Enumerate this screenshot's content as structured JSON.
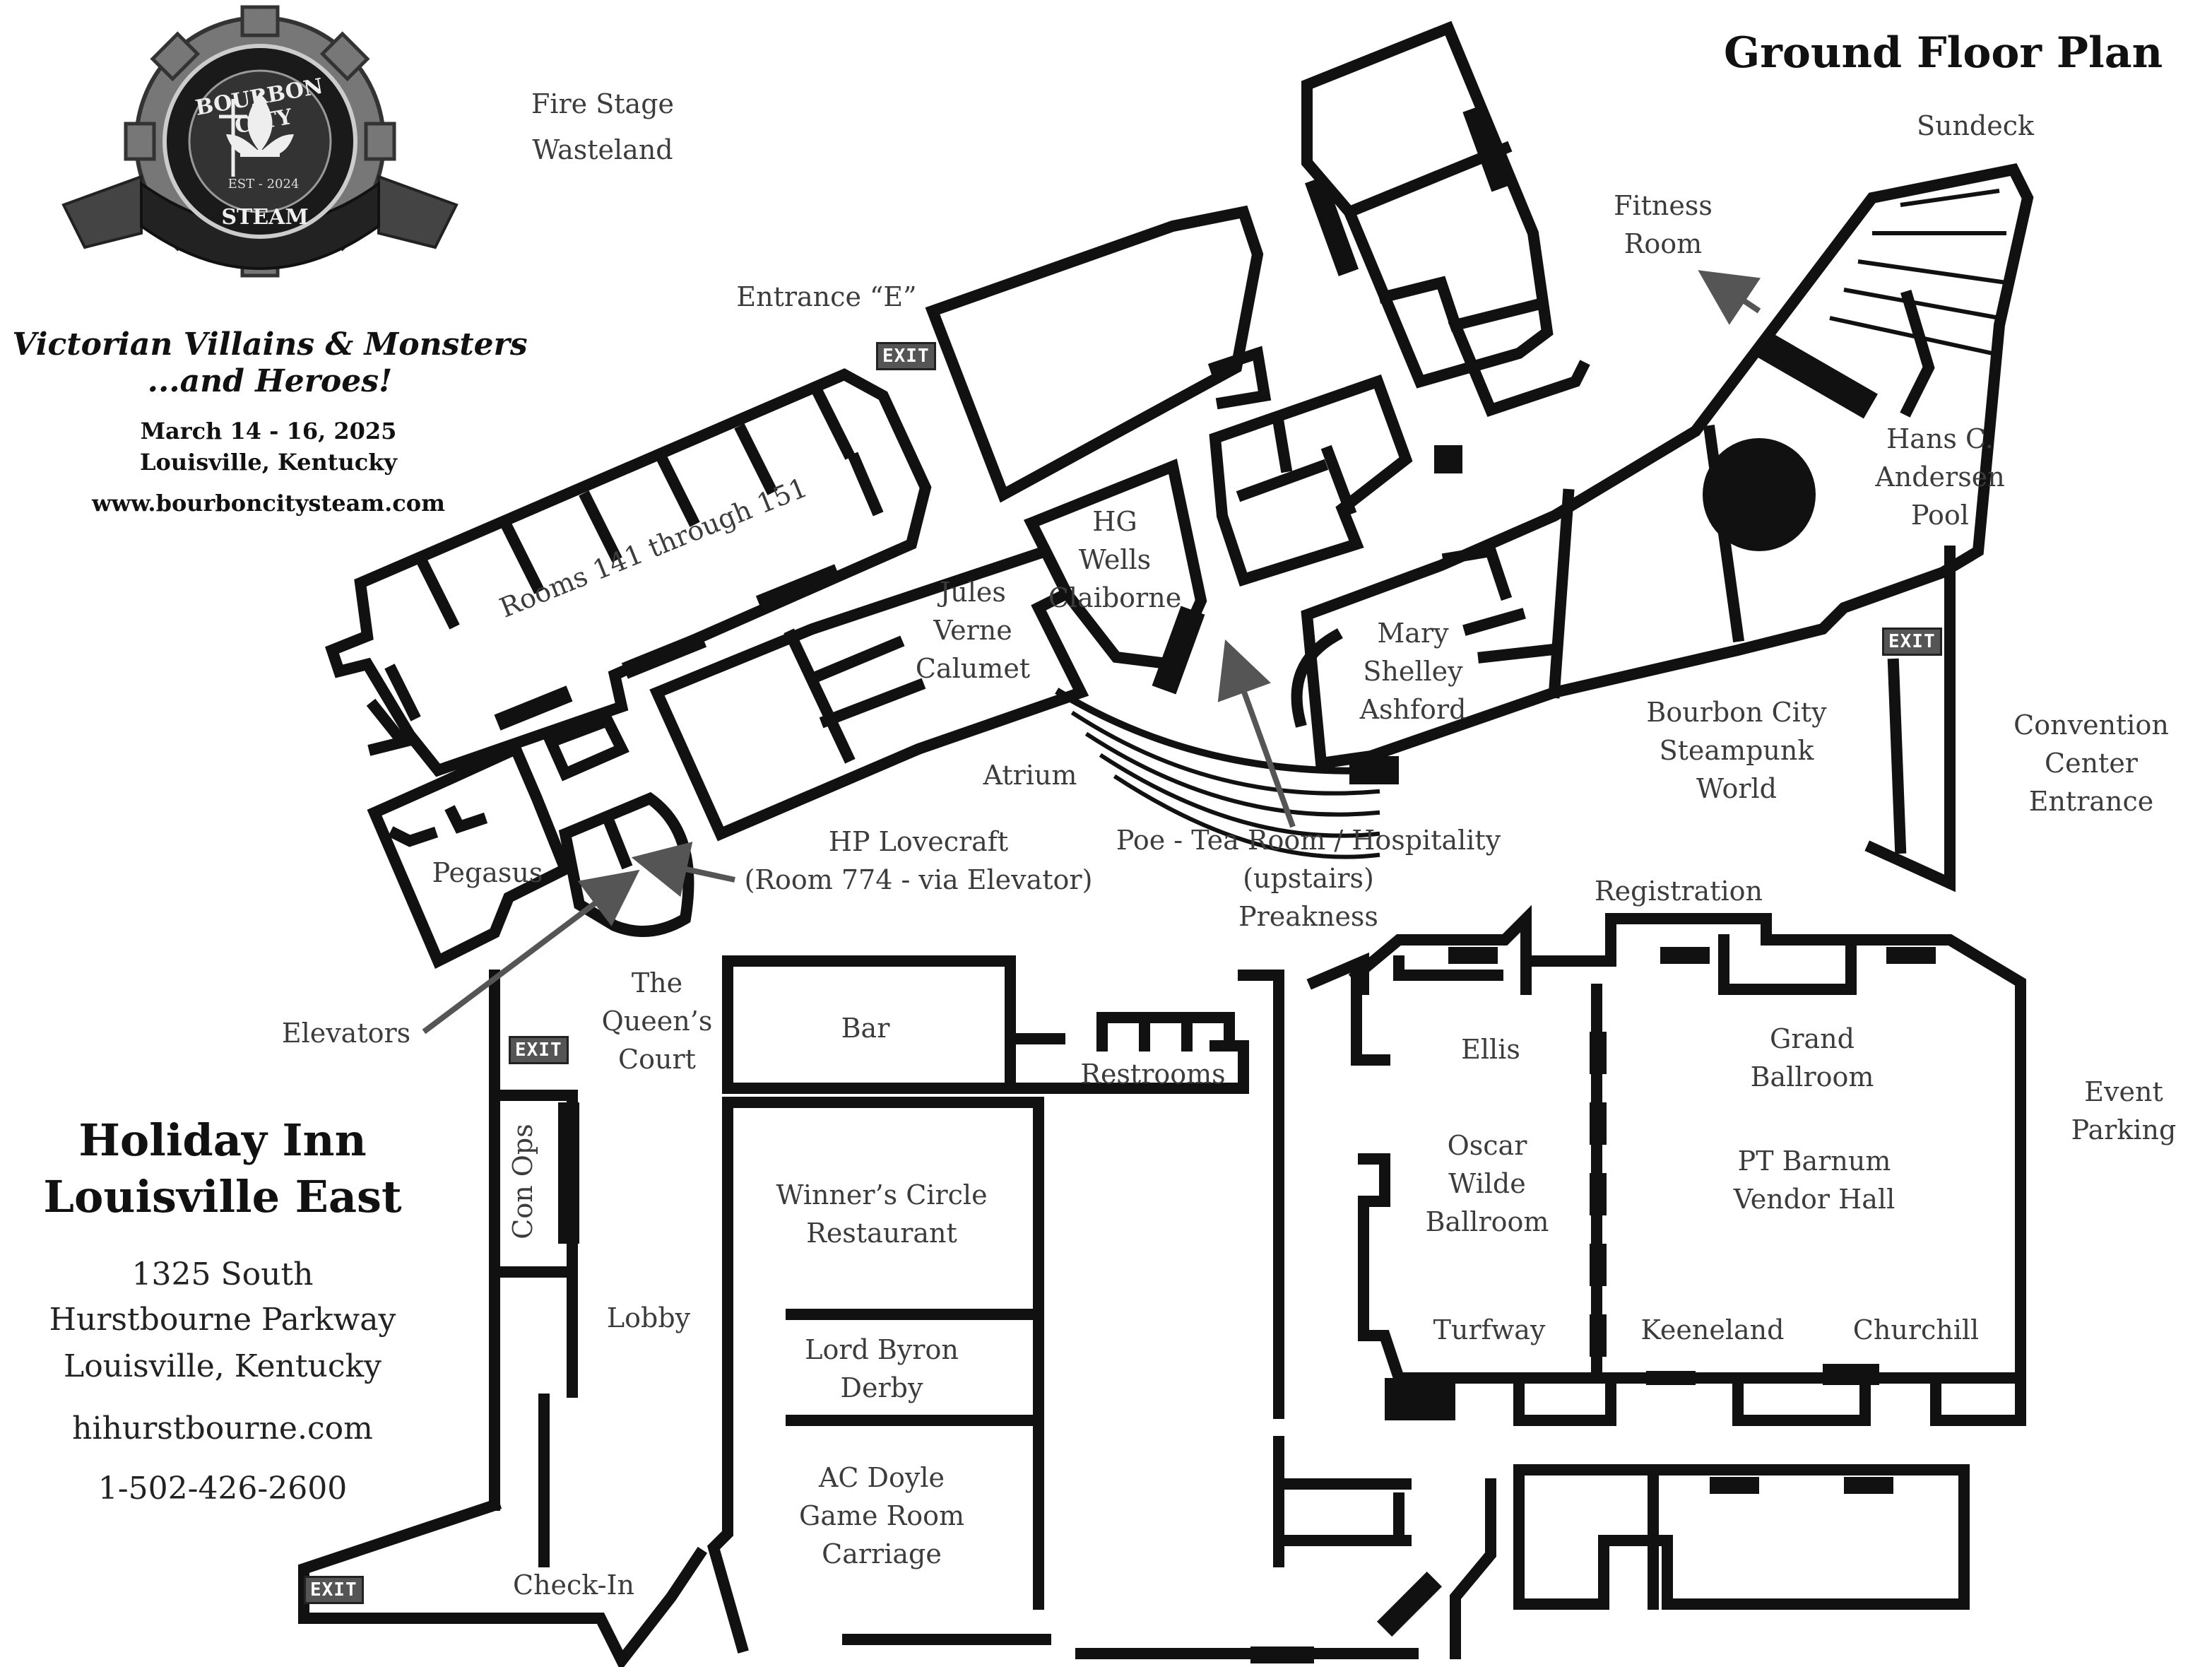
{
  "header": {
    "title": "Ground Floor Plan"
  },
  "logo": {
    "arc_top": "BOURBON CITY",
    "arc_bottom": "STEAM",
    "established": "EST - 2024",
    "icon": "fleur-de-lis-gear-icon"
  },
  "event": {
    "tagline_line1": "Victorian Villains & Monsters",
    "tagline_line2": "...and Heroes!",
    "dates": "March 14 - 16, 2025",
    "location": "Louisville, Kentucky",
    "website": "www.bourboncitysteam.com"
  },
  "hotel": {
    "name_line1": "Holiday Inn",
    "name_line2": "Louisville East",
    "address_line1": "1325 South",
    "address_line2": "Hurstbourne Parkway",
    "address_line3": "Louisville, Kentucky",
    "website": "hihurstbourne.com",
    "phone": "1-502-426-2600"
  },
  "exit_sign": "EXIT",
  "labels": {
    "fire_stage": "Fire Stage",
    "wasteland": "Wasteland",
    "entrance_e": "Entrance “E”",
    "rooms_141_151": "Rooms 141 through 151",
    "jules_verne": [
      "Jules",
      "Verne",
      "Calumet"
    ],
    "hg_wells": [
      "HG",
      "Wells",
      "Claiborne"
    ],
    "mary_shelley": [
      "Mary",
      "Shelley",
      "Ashford"
    ],
    "fitness_room": [
      "Fitness",
      "Room"
    ],
    "sundeck": "Sundeck",
    "hans_andersen": [
      "Hans C.",
      "Andersen",
      "Pool"
    ],
    "bourbon_city_world": [
      "Bourbon City",
      "Steampunk",
      "World"
    ],
    "convention_center": [
      "Convention",
      "Center",
      "Entrance"
    ],
    "atrium": "Atrium",
    "pegasus": "Pegasus",
    "hp_lovecraft": [
      "HP Lovecraft",
      "(Room 774 - via Elevator)"
    ],
    "poe": [
      "Poe - Tea Room / Hospitality",
      "(upstairs)",
      "Preakness"
    ],
    "registration": "Registration",
    "elevators": "Elevators",
    "queens_court": [
      "The",
      "Queen’s",
      "Court"
    ],
    "bar": "Bar",
    "restrooms": "Restrooms",
    "con_ops": "Con Ops",
    "lobby": "Lobby",
    "winners_circle": [
      "Winner’s Circle",
      "Restaurant"
    ],
    "lord_byron": [
      "Lord Byron",
      "Derby"
    ],
    "ac_doyle": [
      "AC Doyle",
      "Game Room",
      "Carriage"
    ],
    "check_in": "Check-In",
    "ellis": "Ellis",
    "oscar_wilde": [
      "Oscar",
      "Wilde",
      "Ballroom"
    ],
    "turfway": "Turfway",
    "grand_ballroom": [
      "Grand",
      "Ballroom"
    ],
    "pt_barnum": [
      "PT Barnum",
      "Vendor Hall"
    ],
    "keeneland": "Keeneland",
    "churchill": "Churchill",
    "event_parking": [
      "Event",
      "Parking"
    ]
  },
  "colors": {
    "wall": "#111111",
    "text": "#3c3c3c",
    "arrow": "#555555",
    "background": "#ffffff"
  }
}
